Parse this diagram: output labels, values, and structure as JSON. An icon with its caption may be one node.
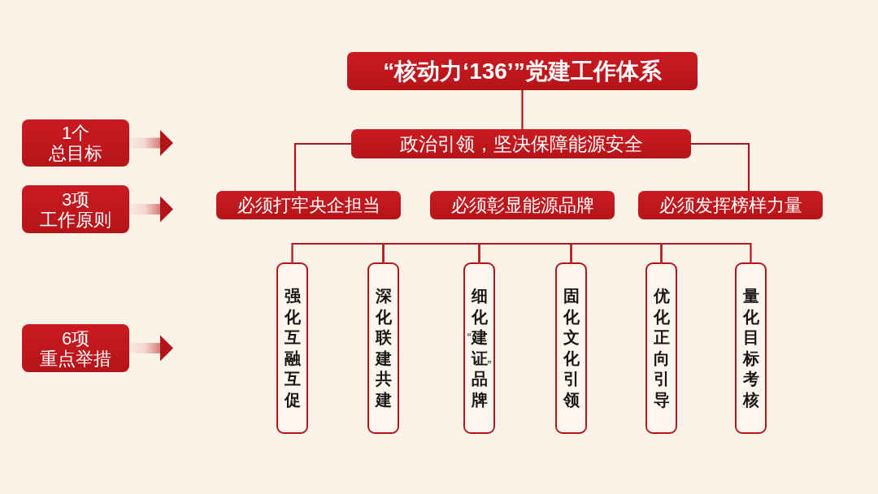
{
  "diagram": {
    "nodes": [
      {
        "text": [
          "“核动力‘136’”党建工作体系"
        ]
      },
      {
        "text": [
          "1个",
          "总目标"
        ]
      },
      {
        "text": [
          "政治引领，坚决保障能源安全"
        ]
      },
      {
        "text": [
          "3项",
          "工作原则"
        ]
      },
      {
        "text": [
          "必须打牢央企担当"
        ]
      },
      {
        "text": [
          "必须彰显能源品牌"
        ]
      },
      {
        "text": [
          "必须发挥榜样力量"
        ]
      },
      {
        "text": [
          "6项",
          "重点举措"
        ]
      },
      {
        "text": [
          "强化互融互促"
        ]
      },
      {
        "text": [
          "深化联建共建"
        ]
      },
      {
        "text": [
          "细化“建证”品牌"
        ]
      },
      {
        "text": [
          "固化文化引领"
        ]
      },
      {
        "text": [
          "优化正向引导"
        ]
      },
      {
        "text": [
          "量化目标考核"
        ]
      }
    ],
    "edges": [
      {
        "from": 0,
        "to": 2,
        "arrow": "none"
      },
      {
        "from": 2,
        "to": 4,
        "arrow": "none"
      },
      {
        "from": 2,
        "to": 6,
        "arrow": "none"
      },
      {
        "from": 1,
        "to": null,
        "arrow": "to",
        "style": "thick"
      },
      {
        "from": 3,
        "to": null,
        "arrow": "to",
        "style": "thick"
      },
      {
        "from": 7,
        "to": null,
        "arrow": "to",
        "style": "thick"
      },
      {
        "from": 8,
        "to": 9,
        "arrow": "none"
      },
      {
        "from": 9,
        "to": 10,
        "arrow": "none"
      },
      {
        "from": 10,
        "to": 11,
        "arrow": "none"
      },
      {
        "from": 11,
        "to": 12,
        "arrow": "none"
      },
      {
        "from": 12,
        "to": 13,
        "arrow": "none"
      }
    ]
  }
}
